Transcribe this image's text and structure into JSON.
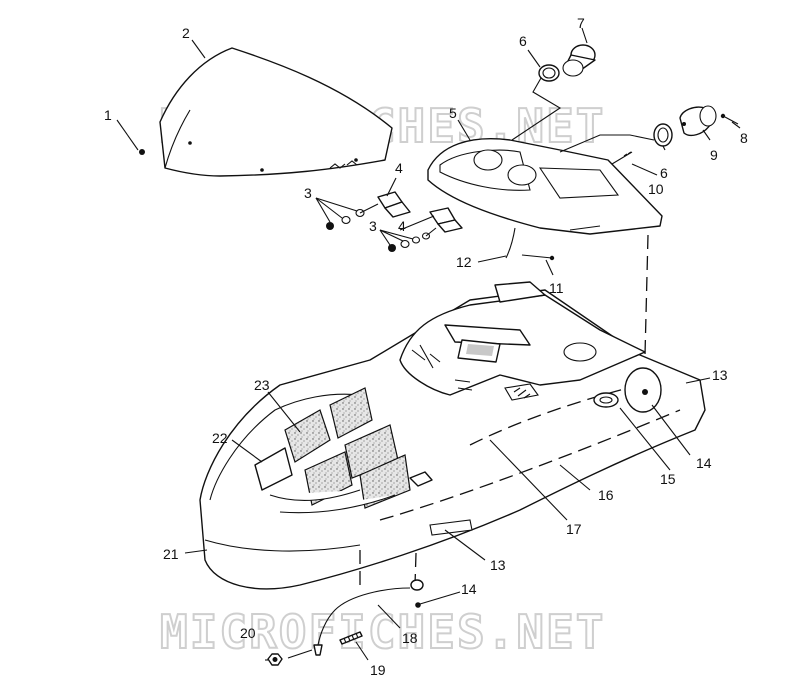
{
  "watermark": "MICROFICHES.NET",
  "callouts": [
    "1",
    "2",
    "3",
    "4",
    "5",
    "6",
    "7",
    "8",
    "9",
    "10",
    "11",
    "12",
    "13",
    "14",
    "15",
    "16",
    "17",
    "18",
    "19",
    "20",
    "21",
    "22",
    "23"
  ],
  "colors": {
    "line": "#111111",
    "watermark": "#cfcfcf",
    "background": "#ffffff"
  }
}
